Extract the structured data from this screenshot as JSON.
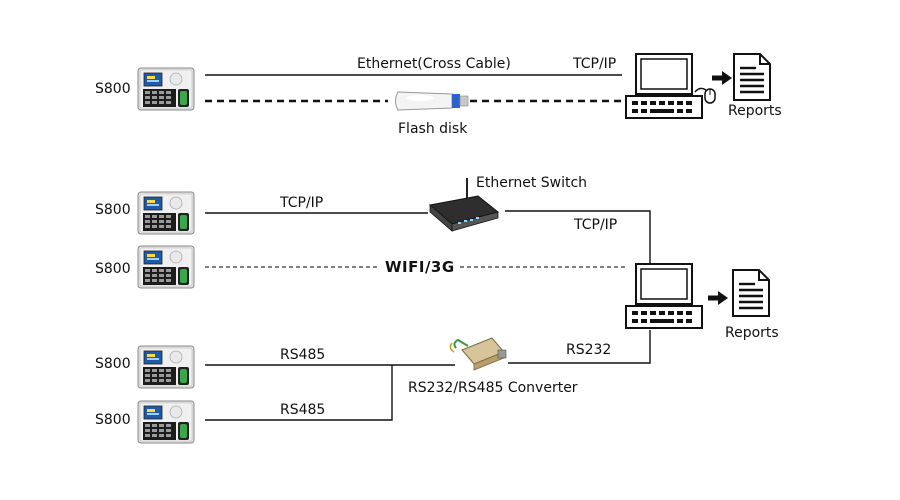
{
  "section1": {
    "device_label": "S800",
    "cable_label": "Ethernet(Cross Cable)",
    "protocol_label": "TCP/IP",
    "flash_label": "Flash disk",
    "reports_label": "Reports"
  },
  "section2": {
    "devices": [
      {
        "label": "S800"
      },
      {
        "label": "S800"
      },
      {
        "label": "S800"
      },
      {
        "label": "S800"
      }
    ],
    "switch_label": "Ethernet Switch",
    "tcp_left_label": "TCP/IP",
    "tcp_right_label": "TCP/IP",
    "wifi_label": "WIFI/3G",
    "rs485_top_label": "RS485",
    "rs485_bottom_label": "RS485",
    "rs232_label": "RS232",
    "converter_label": "RS232/RS485 Converter",
    "reports_label": "Reports"
  },
  "colors": {
    "device_body": "#dcdcdc",
    "device_screen": "#1e5aa8",
    "keypad": "#1c1c1c",
    "sensor": "#3aa84a",
    "flash_cap": "#2a62c9"
  }
}
